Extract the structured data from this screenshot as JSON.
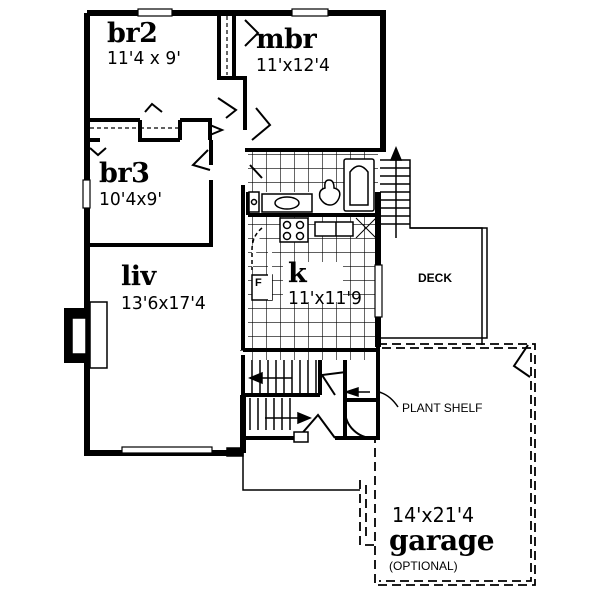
{
  "plan": {
    "rooms": {
      "br2": {
        "name": "br2",
        "size": "11'4 x 9'"
      },
      "mbr": {
        "name": "mbr",
        "size": "11'x12'4"
      },
      "br3": {
        "name": "br3",
        "size": "10'4x9'"
      },
      "liv": {
        "name": "liv",
        "size": "13'6x17'4"
      },
      "kitchen": {
        "name": "k",
        "size": "11'x11'9"
      },
      "deck": {
        "name": "DECK"
      },
      "garage": {
        "name": "garage",
        "size": "14'x21'4",
        "note": "(OPTIONAL)"
      }
    },
    "annotations": {
      "plant_shelf": "PLANT SHELF",
      "fridge": "F"
    },
    "colors": {
      "line": "#000000",
      "background": "#ffffff"
    }
  }
}
